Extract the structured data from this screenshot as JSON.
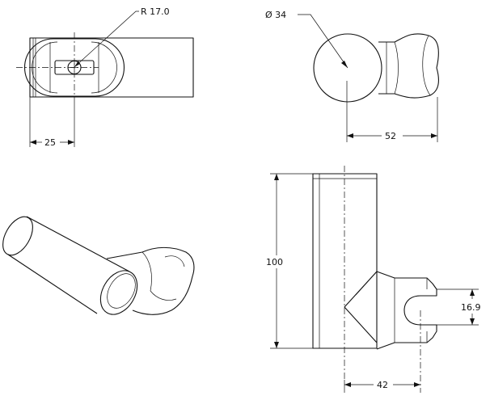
{
  "drawing": {
    "line_color": "#111111",
    "background": "#ffffff",
    "views": [
      {
        "name": "top-view",
        "dimensions": {
          "radius": "R 17.0",
          "width": "25"
        }
      },
      {
        "name": "side-view",
        "dimensions": {
          "diameter": "Ø 34",
          "length": "52"
        }
      },
      {
        "name": "isometric-view"
      },
      {
        "name": "front-view",
        "dimensions": {
          "height": "100",
          "slot": "16.9",
          "offset": "42"
        }
      }
    ]
  }
}
